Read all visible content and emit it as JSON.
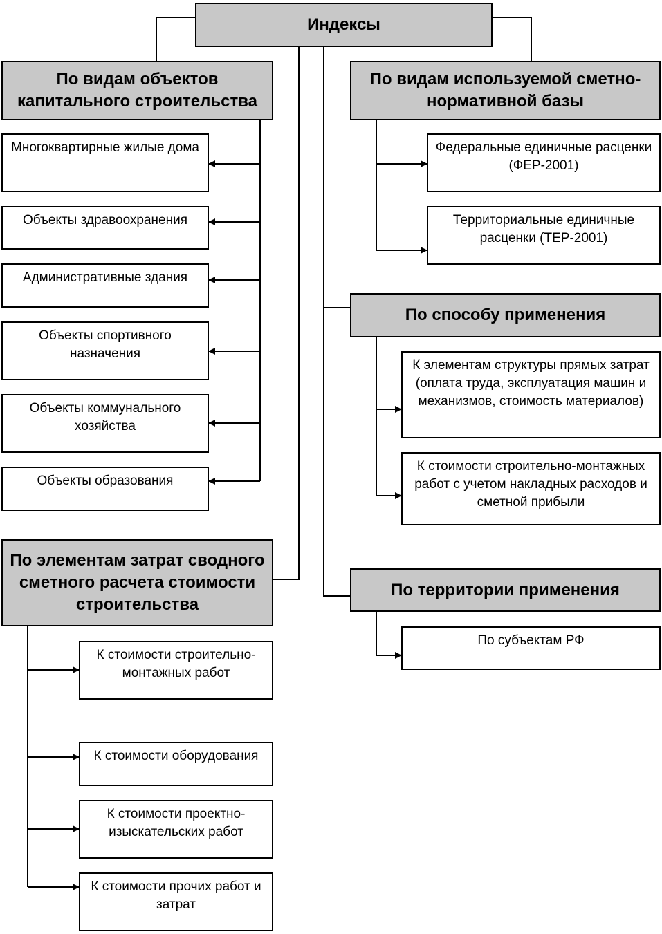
{
  "root": {
    "label": "Индексы"
  },
  "groups": {
    "objects": {
      "title": "По видам объектов капитального строительства",
      "items": [
        "Многоквартирные жилые дома",
        "Объекты здравоохранения",
        "Административные здания",
        "Объекты спортивного назначения",
        "Объекты коммунального хозяйства",
        "Объекты образования"
      ]
    },
    "base": {
      "title": "По видам используемой сметно-нормативной базы",
      "items": [
        "Федеральные единичные расценки (ФЕР-2001)",
        "Территориальные единичные расценки (ТЕР-2001)"
      ]
    },
    "method": {
      "title": "По способу применения",
      "items": [
        "К элементам структуры прямых затрат (оплата труда, эксплуатация машин и механизмов, стоимость материалов)",
        "К стоимости строительно-монтажных работ с учетом накладных расходов и сметной прибыли"
      ]
    },
    "territory": {
      "title": "По территории применения",
      "items": [
        "По субъектам РФ"
      ]
    },
    "cost": {
      "title": "По элементам затрат сводного сметного расчета стоимости строительства",
      "items": [
        "К стоимости строительно-монтажных работ",
        "К стоимости оборудования",
        "К стоимости проектно-изыскательских работ",
        "К стоимости прочих работ и затрат"
      ]
    }
  }
}
